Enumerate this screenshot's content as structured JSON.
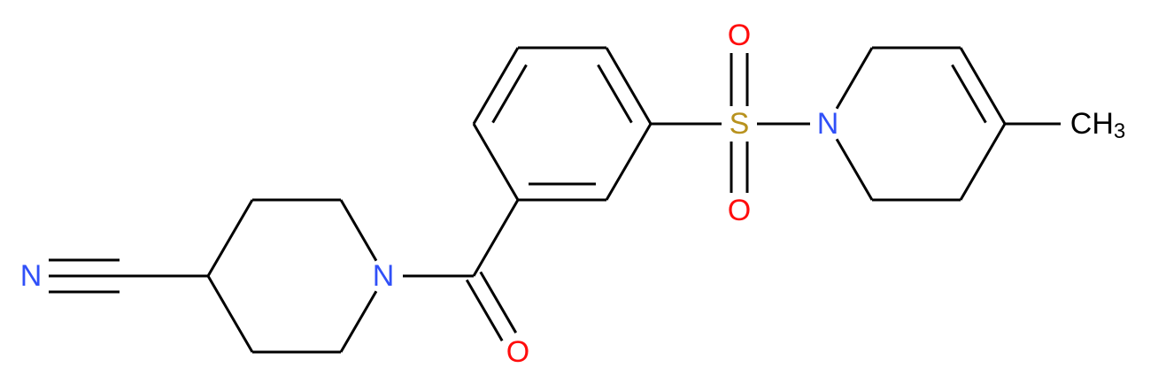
{
  "molecule": {
    "atoms": {
      "nitrile_n": {
        "label": "N",
        "color": "#3050F8"
      },
      "ring_n1": {
        "label": "N",
        "color": "#3050F8"
      },
      "carbonyl_o": {
        "label": "O",
        "color": "#FF0D0D"
      },
      "sulfur": {
        "label": "S",
        "color": "#B8921E"
      },
      "sulfonyl_o_top": {
        "label": "O",
        "color": "#FF0D0D"
      },
      "sulfonyl_o_bottom": {
        "label": "O",
        "color": "#FF0D0D"
      },
      "ring_n2": {
        "label": "N",
        "color": "#3050F8"
      },
      "methyl": {
        "label": "CH",
        "subscript": "3",
        "color": "#000000"
      }
    }
  }
}
